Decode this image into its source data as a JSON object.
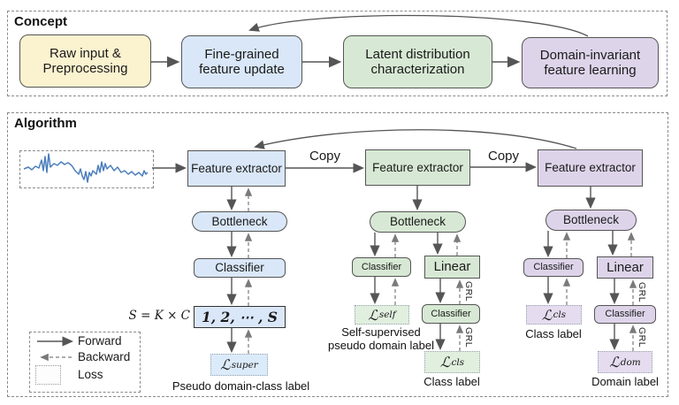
{
  "concept": {
    "title": "Concept",
    "steps": [
      {
        "line1": "Raw input &",
        "line2": "Preprocessing"
      },
      {
        "line1": "Fine-grained",
        "line2": "feature update"
      },
      {
        "line1": "Latent distribution",
        "line2": "characterization"
      },
      {
        "line1": "Domain-invariant",
        "line2": "feature learning"
      }
    ]
  },
  "algorithm": {
    "title": "Algorithm",
    "copy_label": "Copy",
    "grl_label": "GRL",
    "col1": {
      "feature_extractor": "Feature extractor",
      "bottleneck": "Bottleneck",
      "classifier": "Classifier",
      "s_equation": "S = K × C",
      "s_box": "1, 2, ⋯ , S",
      "loss_script": "ℒ",
      "loss_sub": "super",
      "caption": "Pseudo domain-class label"
    },
    "col2": {
      "feature_extractor": "Feature extractor",
      "bottleneck": "Bottleneck",
      "classifier_left": "Classifier",
      "linear": "Linear",
      "classifier_bottom": "Classifier",
      "loss_script": "ℒ",
      "loss_self_sub": "self",
      "loss_cls_sub": "cls",
      "caption_self_line1": "Self-supervised",
      "caption_self_line2": "pseudo domain label",
      "caption_cls": "Class label"
    },
    "col3": {
      "feature_extractor": "Feature extractor",
      "bottleneck": "Bottleneck",
      "classifier_left": "Classifier",
      "linear": "Linear",
      "classifier_bottom": "Classifier",
      "loss_script": "ℒ",
      "loss_cls_sub": "cls",
      "loss_dom_sub": "dom",
      "caption_cls": "Class label",
      "caption_dom": "Domain label"
    }
  },
  "legend": {
    "forward": "Forward",
    "backward": "Backward",
    "loss": "Loss"
  },
  "colors": {
    "blue": "#d9e7f8",
    "green": "#d7e9d4",
    "purple": "#ded4ea",
    "yellow": "#fbf2cf",
    "signal": "#4a7ebb",
    "arrow": "#555555"
  }
}
